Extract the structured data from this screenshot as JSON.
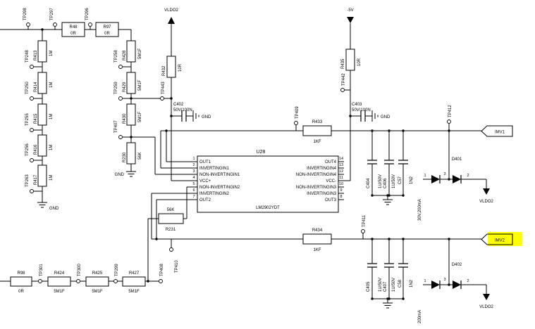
{
  "net_labels": {
    "vldo2": "VLDO2",
    "neg5v": "-5V",
    "gnd": "GND"
  },
  "connectors": {
    "imv1": "IMV1",
    "imv2": "IMV2"
  },
  "highlight": {
    "color": "#FFFF00"
  },
  "ic": {
    "ref": "U28",
    "part": "LM2902YDT",
    "left_pins": [
      {
        "n": "1",
        "name": "OUT1"
      },
      {
        "n": "2",
        "name": "INVERTINGIN1"
      },
      {
        "n": "3",
        "name": "NON-INVERTINGIN1"
      },
      {
        "n": "4",
        "name": "VCC+"
      },
      {
        "n": "5",
        "name": "NON-INVERTINGIN2"
      },
      {
        "n": "6",
        "name": "INVERTINGIN2"
      },
      {
        "n": "7",
        "name": "OUT2"
      }
    ],
    "right_pins": [
      {
        "n": "14",
        "name": "OUT4"
      },
      {
        "n": "13",
        "name": "INVERTINGIN4"
      },
      {
        "n": "12",
        "name": "NON-INVERTINGIN4"
      },
      {
        "n": "11",
        "name": "VCC-"
      },
      {
        "n": "10",
        "name": "NON-INVERTINGIN3"
      },
      {
        "n": "9",
        "name": "INVERTINGIN3"
      },
      {
        "n": "8",
        "name": "OUT3"
      }
    ]
  },
  "resistors": {
    "r48": {
      "ref": "R48",
      "value": "0R"
    },
    "r97": {
      "ref": "R97",
      "value": "0R"
    },
    "r413": {
      "ref": "R413",
      "value": "1M"
    },
    "r414": {
      "ref": "R414",
      "value": "1M"
    },
    "r415": {
      "ref": "R415",
      "value": "1M"
    },
    "r416": {
      "ref": "R416",
      "value": "1M"
    },
    "r417": {
      "ref": "R417",
      "value": "1M"
    },
    "r428": {
      "ref": "R428",
      "value": "5M1F"
    },
    "r429": {
      "ref": "R429",
      "value": "5M1F"
    },
    "r430": {
      "ref": "R430",
      "value": "5M1F"
    },
    "r230": {
      "ref": "R230",
      "value": "56K"
    },
    "r231": {
      "ref": "R231",
      "value": "56K"
    },
    "r432": {
      "ref": "R432",
      "value": "10R"
    },
    "r435": {
      "ref": "R435",
      "value": "10R"
    },
    "r433": {
      "ref": "R433",
      "value": "1KF"
    },
    "r434": {
      "ref": "R434",
      "value": "1KF"
    },
    "r98": {
      "ref": "R98",
      "value": "0R"
    },
    "r424": {
      "ref": "R424",
      "value": "5M1F"
    },
    "r425": {
      "ref": "R425",
      "value": "5M1F"
    },
    "r427": {
      "ref": "R427",
      "value": "5M1F"
    }
  },
  "capacitors": {
    "c402": {
      "ref": "C402",
      "value": "50V/100N"
    },
    "c403": {
      "ref": "C403",
      "value": "50V/100N"
    },
    "c404": {
      "ref": "C404",
      "value": "1U/50V"
    },
    "c406": {
      "ref": "C406",
      "value": "1U/50V"
    },
    "c57": {
      "ref": "C57",
      "value": "1N2"
    },
    "c405": {
      "ref": "C405",
      "value": "1U/50V"
    },
    "c407": {
      "ref": "C407",
      "value": "1U/50V"
    },
    "c58": {
      "ref": "C58",
      "value": "1N2"
    }
  },
  "diodes": {
    "d401": {
      "ref": "D401",
      "rating": "30V,200mA",
      "pin1": "1",
      "pin2": "2",
      "pin3": "3"
    },
    "d402": {
      "ref": "D402",
      "rating": "200mA",
      "pin1": "1",
      "pin2": "2",
      "pin3": "3"
    }
  },
  "testpoints": {
    "tp298": "TP298",
    "tp297": "TP297",
    "tp296": "TP296",
    "tp248": "TP248",
    "tp250": "TP250",
    "tp255": "TP255",
    "tp256": "TP256",
    "tp263": "TP263",
    "tp258": "TP258",
    "tp259": "TP259",
    "tp407": "TP407",
    "tp443": "TP443",
    "tp442": "TP442",
    "tp409": "TP409",
    "tp412": "TP412",
    "tp410": "TP410",
    "tp411": "TP411",
    "tp408": "TP408",
    "tp301": "TP301",
    "tp300": "TP300",
    "tp299": "TP299"
  }
}
